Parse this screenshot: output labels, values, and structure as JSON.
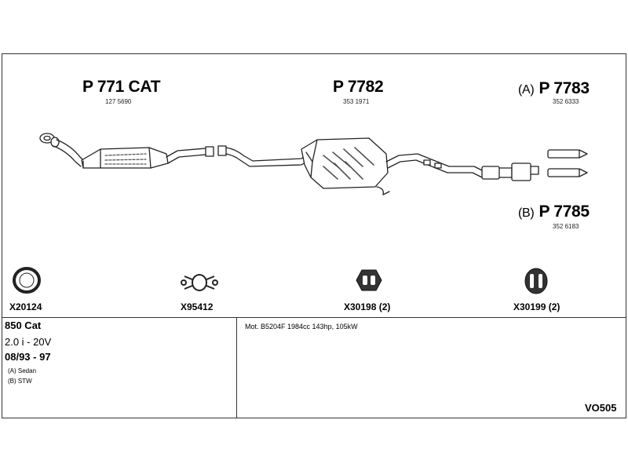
{
  "parts": {
    "cat": {
      "code": "P 771 CAT",
      "number": "127 5690"
    },
    "middle": {
      "code": "P 7782",
      "number": "353 1971"
    },
    "rear_a": {
      "prefix": "(A)",
      "code": "P 7783",
      "number": "352 6333"
    },
    "rear_b": {
      "prefix": "(B)",
      "code": "P 7785",
      "number": "352 6183"
    }
  },
  "accessories": [
    {
      "code": "X20124",
      "icon": "ring-gasket-icon"
    },
    {
      "code": "X95412",
      "icon": "pipe-clamp-icon"
    },
    {
      "code": "X30198 (2)",
      "icon": "hex-rubber-mount-icon"
    },
    {
      "code": "X30199 (2)",
      "icon": "oval-rubber-mount-icon"
    }
  ],
  "vehicle": {
    "model": "850 Cat",
    "engine": "2.0 i - 20V",
    "years": "08/93 - 97",
    "variant_a": "(A) Sedan",
    "variant_b": "(B) STW"
  },
  "motor": "Mot. B5204F 1984cc 143hp, 105kW",
  "diagram_code": "VO505",
  "colors": {
    "line": "#333333",
    "stroke": "#222222"
  }
}
